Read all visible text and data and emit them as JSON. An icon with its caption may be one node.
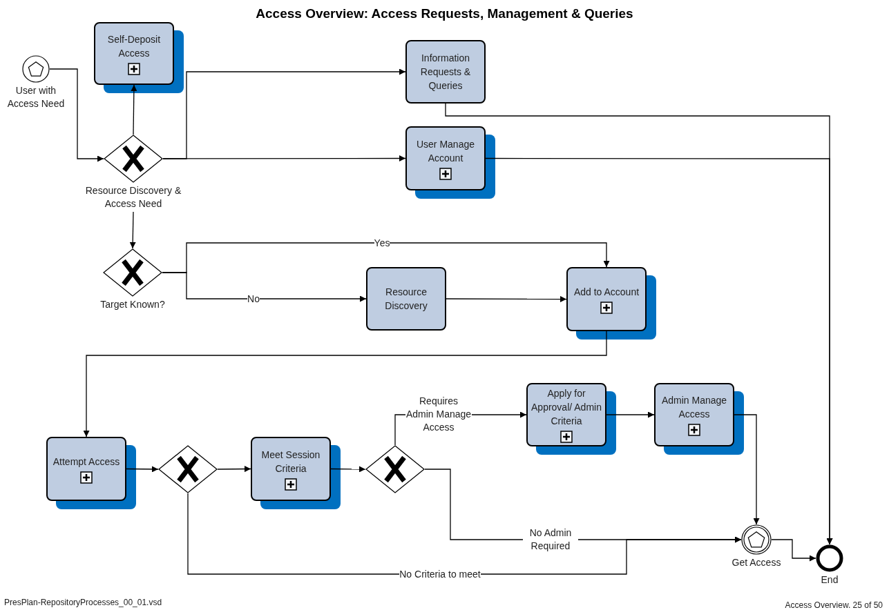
{
  "diagram": {
    "title": "Access Overview: Access Requests, Management & Queries",
    "nodes": [
      {
        "text": [
          "User with Access Need"
        ]
      },
      {
        "text": [
          "Self-Deposit Access"
        ]
      },
      {
        "text": [
          "Resource Discovery & Access Need"
        ]
      },
      {
        "text": [
          "Information Requests & Queries"
        ]
      },
      {
        "text": [
          "User Manage Account"
        ]
      },
      {
        "text": [
          "Target Known?"
        ]
      },
      {
        "text": [
          "Resource Discovery"
        ]
      },
      {
        "text": [
          "Add to Account"
        ]
      },
      {
        "text": [
          "Attempt Access"
        ]
      },
      {
        "text": [],
        "shape": "diamond"
      },
      {
        "text": [
          "Meet Session Criteria"
        ]
      },
      {
        "text": [],
        "shape": "diamond"
      },
      {
        "text": [
          "Apply for Approval/ Admin Criteria"
        ]
      },
      {
        "text": [
          "Admin Manage Access"
        ]
      },
      {
        "text": [
          "Get Access"
        ]
      },
      {
        "text": [
          "End"
        ]
      }
    ],
    "edges": [
      {
        "from": 0,
        "to": 2,
        "arrow": "to"
      },
      {
        "from": 2,
        "to": 1,
        "arrow": "to"
      },
      {
        "from": 2,
        "to": 3,
        "arrow": "to"
      },
      {
        "from": 2,
        "to": 4,
        "arrow": "to"
      },
      {
        "from": 2,
        "to": 5,
        "arrow": "to"
      },
      {
        "from": 5,
        "to": 7,
        "arrow": "to",
        "label": "Yes"
      },
      {
        "from": 5,
        "to": 6,
        "arrow": "to",
        "label": "No"
      },
      {
        "from": 6,
        "to": 7,
        "arrow": "to"
      },
      {
        "from": 7,
        "to": 8,
        "arrow": "to"
      },
      {
        "from": 8,
        "to": 9,
        "arrow": "to"
      },
      {
        "from": 9,
        "to": 10,
        "arrow": "to"
      },
      {
        "from": 10,
        "to": 11,
        "arrow": "to"
      },
      {
        "from": 11,
        "to": 12,
        "arrow": "to",
        "label": "Requires Admin Manage Access"
      },
      {
        "from": 12,
        "to": 13,
        "arrow": "to"
      },
      {
        "from": 13,
        "to": 14,
        "arrow": "to"
      },
      {
        "from": 11,
        "to": 14,
        "arrow": "to",
        "label": "No Admin Required"
      },
      {
        "from": 9,
        "to": 14,
        "arrow": "to",
        "label": "No Criteria to meet"
      },
      {
        "from": 3,
        "to": 15,
        "arrow": "to"
      },
      {
        "from": 4,
        "to": 15,
        "arrow": "to"
      },
      {
        "from": 14,
        "to": 15,
        "arrow": "to"
      }
    ],
    "labels": [
      "PresPlan-RepositoryProcesses_00_01.vsd",
      "Access Overview. 25 of 50"
    ]
  }
}
